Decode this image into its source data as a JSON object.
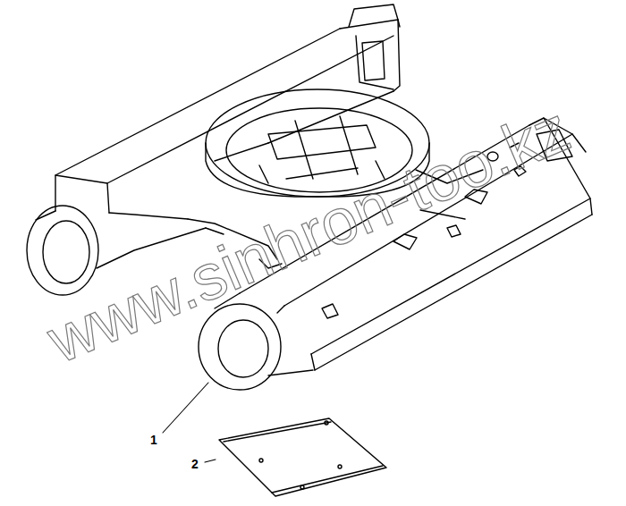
{
  "diagram": {
    "labels": [
      "www.sinhron-too.kz",
      "1",
      "2"
    ]
  }
}
